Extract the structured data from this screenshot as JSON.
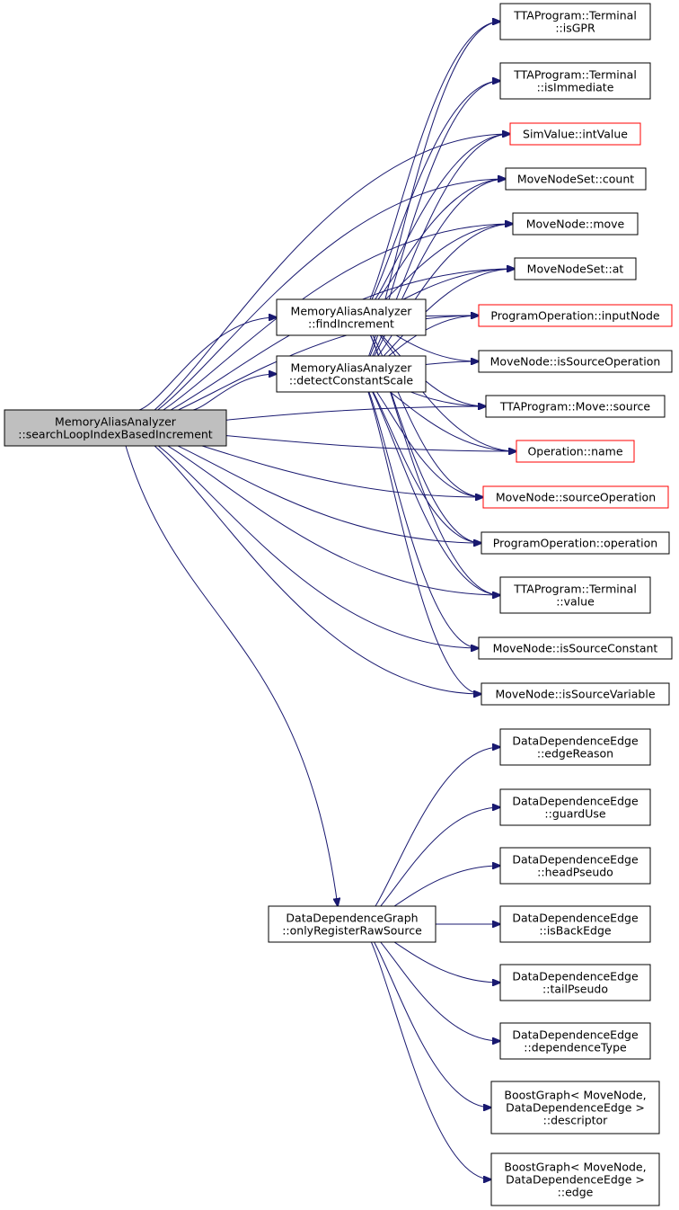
{
  "colors": {
    "edge": "#191970",
    "node_border": "#000000",
    "undocumented_border": "#ff0000",
    "root_fill": "#bfbfbf",
    "background": "#ffffff"
  },
  "nodes": {
    "root": {
      "lines": [
        "MemoryAliasAnalyzer",
        "::searchLoopIndexBasedIncrement"
      ],
      "style": "root"
    },
    "findInc": {
      "lines": [
        "MemoryAliasAnalyzer",
        "::findIncrement"
      ]
    },
    "detect": {
      "lines": [
        "MemoryAliasAnalyzer",
        "::detectConstantScale"
      ]
    },
    "ddg": {
      "lines": [
        "DataDependenceGraph",
        "::onlyRegisterRawSource"
      ]
    },
    "isGPR": {
      "lines": [
        "TTAProgram::Terminal",
        "::isGPR"
      ]
    },
    "isImm": {
      "lines": [
        "TTAProgram::Terminal",
        "::isImmediate"
      ]
    },
    "intValue": {
      "lines": [
        "SimValue::intValue"
      ],
      "style": "undoc"
    },
    "count": {
      "lines": [
        "MoveNodeSet::count"
      ]
    },
    "move": {
      "lines": [
        "MoveNode::move"
      ]
    },
    "at": {
      "lines": [
        "MoveNodeSet::at"
      ]
    },
    "inputNode": {
      "lines": [
        "ProgramOperation::inputNode"
      ],
      "style": "undoc"
    },
    "isSrcOp": {
      "lines": [
        "MoveNode::isSourceOperation"
      ]
    },
    "source": {
      "lines": [
        "TTAProgram::Move::source"
      ]
    },
    "name": {
      "lines": [
        "Operation::name"
      ],
      "style": "undoc"
    },
    "srcOp": {
      "lines": [
        "MoveNode::sourceOperation"
      ],
      "style": "undoc"
    },
    "operation": {
      "lines": [
        "ProgramOperation::operation"
      ]
    },
    "termValue": {
      "lines": [
        "TTAProgram::Terminal",
        "::value"
      ]
    },
    "isSrcConst": {
      "lines": [
        "MoveNode::isSourceConstant"
      ]
    },
    "isSrcVar": {
      "lines": [
        "MoveNode::isSourceVariable"
      ]
    },
    "edgeReason": {
      "lines": [
        "DataDependenceEdge",
        "::edgeReason"
      ]
    },
    "guardUse": {
      "lines": [
        "DataDependenceEdge",
        "::guardUse"
      ]
    },
    "headPseudo": {
      "lines": [
        "DataDependenceEdge",
        "::headPseudo"
      ]
    },
    "isBackEdge": {
      "lines": [
        "DataDependenceEdge",
        "::isBackEdge"
      ]
    },
    "tailPseudo": {
      "lines": [
        "DataDependenceEdge",
        "::tailPseudo"
      ]
    },
    "depType": {
      "lines": [
        "DataDependenceEdge",
        "::dependenceType"
      ]
    },
    "descriptor": {
      "lines": [
        "BoostGraph< MoveNode,",
        "DataDependenceEdge >",
        "::descriptor"
      ]
    },
    "edge": {
      "lines": [
        "BoostGraph< MoveNode,",
        "DataDependenceEdge >",
        "::edge"
      ]
    }
  },
  "edges": [
    [
      "root",
      "findInc"
    ],
    [
      "root",
      "detect"
    ],
    [
      "root",
      "ddg"
    ],
    [
      "root",
      "intValue"
    ],
    [
      "root",
      "count"
    ],
    [
      "root",
      "move"
    ],
    [
      "root",
      "at"
    ],
    [
      "root",
      "inputNode"
    ],
    [
      "root",
      "source"
    ],
    [
      "root",
      "name"
    ],
    [
      "root",
      "srcOp"
    ],
    [
      "root",
      "operation"
    ],
    [
      "root",
      "termValue"
    ],
    [
      "root",
      "isSrcConst"
    ],
    [
      "root",
      "isSrcVar"
    ],
    [
      "findInc",
      "isGPR"
    ],
    [
      "findInc",
      "isImm"
    ],
    [
      "findInc",
      "intValue"
    ],
    [
      "findInc",
      "count"
    ],
    [
      "findInc",
      "move"
    ],
    [
      "findInc",
      "at"
    ],
    [
      "findInc",
      "inputNode"
    ],
    [
      "findInc",
      "isSrcOp"
    ],
    [
      "findInc",
      "source"
    ],
    [
      "findInc",
      "name"
    ],
    [
      "findInc",
      "srcOp"
    ],
    [
      "findInc",
      "operation"
    ],
    [
      "findInc",
      "termValue"
    ],
    [
      "detect",
      "isGPR"
    ],
    [
      "detect",
      "isImm"
    ],
    [
      "detect",
      "intValue"
    ],
    [
      "detect",
      "count"
    ],
    [
      "detect",
      "move"
    ],
    [
      "detect",
      "at"
    ],
    [
      "detect",
      "inputNode"
    ],
    [
      "detect",
      "isSrcOp"
    ],
    [
      "detect",
      "source"
    ],
    [
      "detect",
      "name"
    ],
    [
      "detect",
      "srcOp"
    ],
    [
      "detect",
      "operation"
    ],
    [
      "detect",
      "termValue"
    ],
    [
      "detect",
      "isSrcConst"
    ],
    [
      "detect",
      "isSrcVar"
    ],
    [
      "ddg",
      "edgeReason"
    ],
    [
      "ddg",
      "guardUse"
    ],
    [
      "ddg",
      "headPseudo"
    ],
    [
      "ddg",
      "isBackEdge"
    ],
    [
      "ddg",
      "tailPseudo"
    ],
    [
      "ddg",
      "depType"
    ],
    [
      "ddg",
      "descriptor"
    ],
    [
      "ddg",
      "edge"
    ]
  ]
}
